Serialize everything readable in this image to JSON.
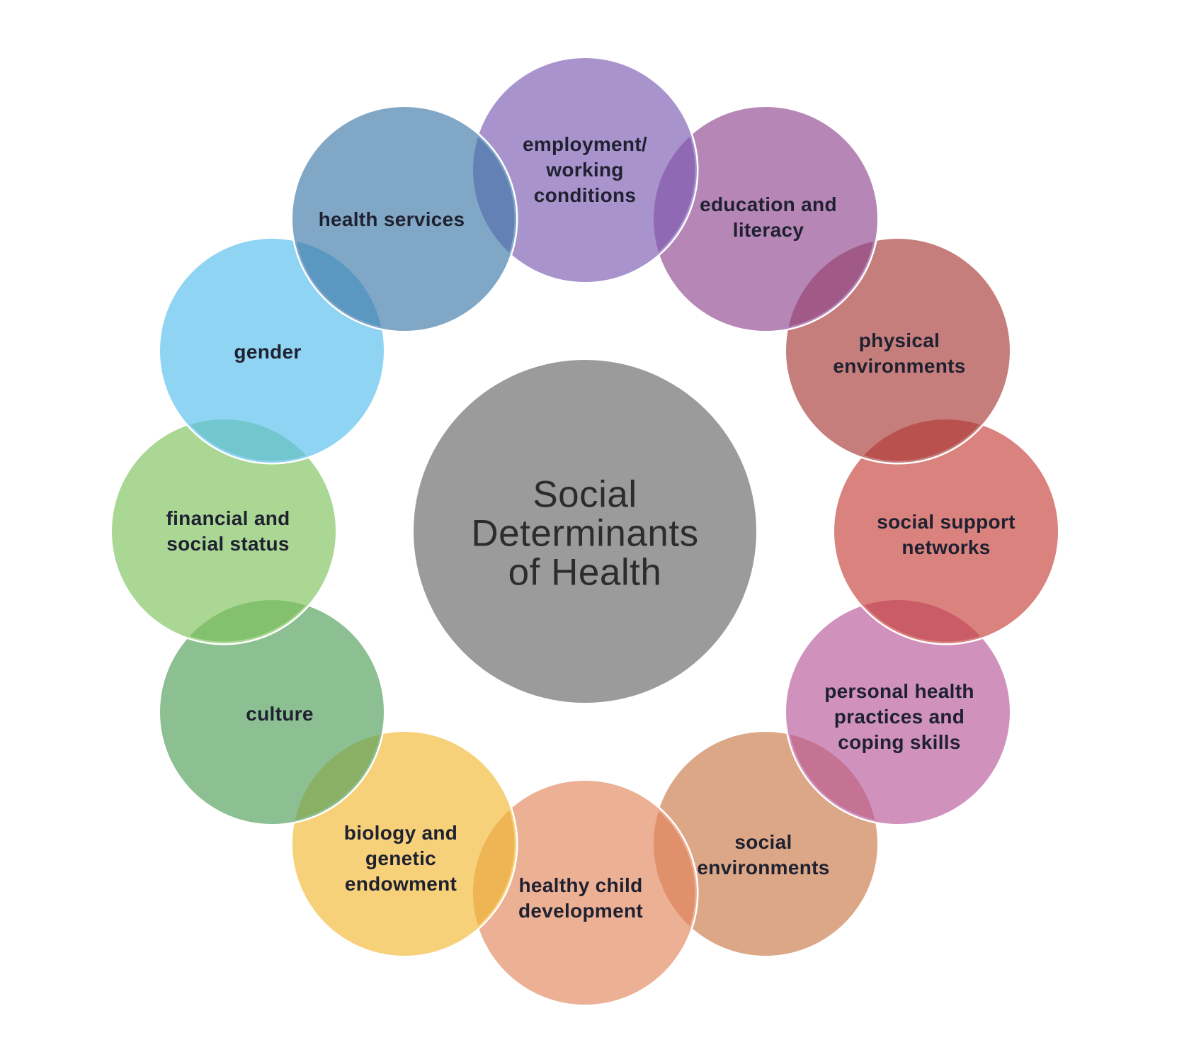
{
  "background": "#FFFFFF",
  "title": {
    "text": "Social\nDeterminants\nof Health",
    "color": "#2D2B2E",
    "circle_color": "#9B9B9B"
  },
  "label_color": "#1F2130",
  "items": [
    {
      "id": "employment-working-conditions",
      "label": "employment/\nworking\nconditions",
      "color": "#A993CD"
    },
    {
      "id": "education-and-literacy",
      "label": "education and\nliteracy",
      "color": "#B586B6"
    },
    {
      "id": "physical-environments",
      "label": "physical\nenvironments",
      "color": "#C67E7C"
    },
    {
      "id": "social-support-networks",
      "label": "social support\nnetworks",
      "color": "#DA827E"
    },
    {
      "id": "personal-health-practices",
      "label": "personal health\npractices and\ncoping skills",
      "color": "#D092BD"
    },
    {
      "id": "social-environments",
      "label": "social\nenvironments",
      "color": "#DCA787"
    },
    {
      "id": "healthy-child-development",
      "label": "healthy child\ndevelopment",
      "color": "#ECB095"
    },
    {
      "id": "biology-genetic-endowment",
      "label": "biology and\ngenetic\nendowment",
      "color": "#F6D179"
    },
    {
      "id": "culture",
      "label": "culture",
      "color": "#8CC093"
    },
    {
      "id": "financial-and-social-status",
      "label": "financial and\nsocial status",
      "color": "#ABD795"
    },
    {
      "id": "gender",
      "label": "gender",
      "color": "#8FD4F2"
    },
    {
      "id": "health-services",
      "label": "health services",
      "color": "#81A7C6"
    }
  ]
}
